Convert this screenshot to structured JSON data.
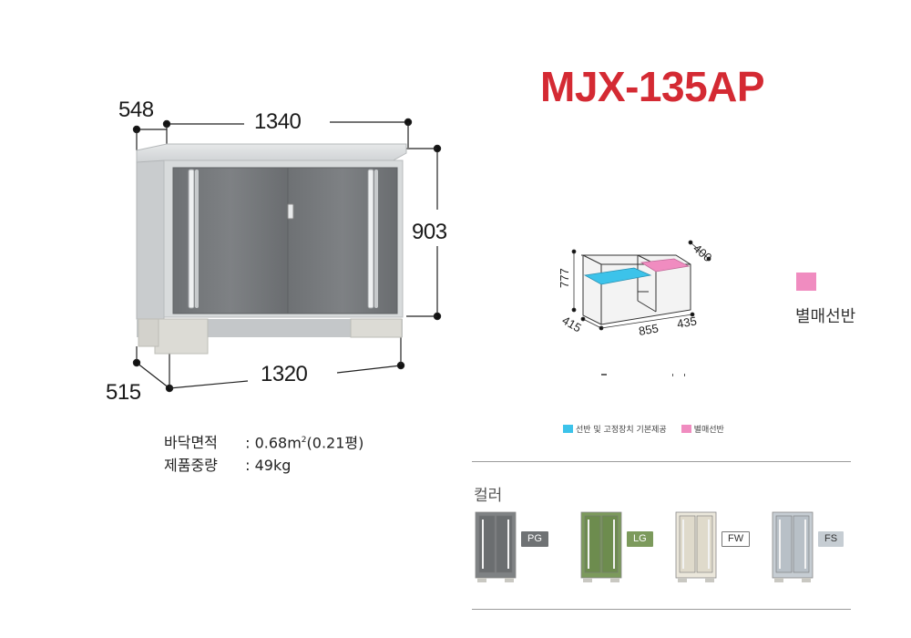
{
  "model": "MJX-135AP",
  "dimensions": {
    "top_depth": "548",
    "top_width": "1340",
    "height": "903",
    "bottom_depth": "515",
    "bottom_width": "1320"
  },
  "interior_dims": {
    "height": "777",
    "shelf_depth": "400",
    "depth": "415",
    "left_width": "855",
    "right_width": "435"
  },
  "specs": [
    {
      "key": "바닥면적",
      "value_main": "0.68m",
      "sup": "2",
      "value_rest": "(0.21평)"
    },
    {
      "key": "제품중량",
      "value_main": "49kg",
      "sup": "",
      "value_rest": ""
    }
  ],
  "separate_shelf_label": "별매선반",
  "legend": [
    {
      "label": "선반 및 고정장치 기본제공",
      "color": "#3cc3ea"
    },
    {
      "label": "별매선반",
      "color": "#f08cc0"
    }
  ],
  "colors_section": {
    "title": "컬러",
    "items": [
      {
        "code": "PG",
        "body": "#7f8284",
        "door": "#6b6e70",
        "badge_bg": "#6f7274",
        "badge_fg": "#ffffff"
      },
      {
        "code": "LG",
        "body": "#7c9a5c",
        "door": "#6d8c4e",
        "badge_bg": "#7c9a5c",
        "badge_fg": "#ffffff"
      },
      {
        "code": "FW",
        "body": "#ebe7db",
        "door": "#dfdacb",
        "badge_bg": "#ffffff",
        "badge_fg": "#333333"
      },
      {
        "code": "FS",
        "body": "#c6cdd3",
        "door": "#b8c0c7",
        "badge_bg": "#c6cdd3",
        "badge_fg": "#333333"
      }
    ]
  },
  "accent_colors": {
    "model_red": "#d42a33",
    "shelf_blue": "#3cc3ea",
    "shelf_pink": "#f08cc0",
    "shed_gray": "#7b7e80"
  }
}
